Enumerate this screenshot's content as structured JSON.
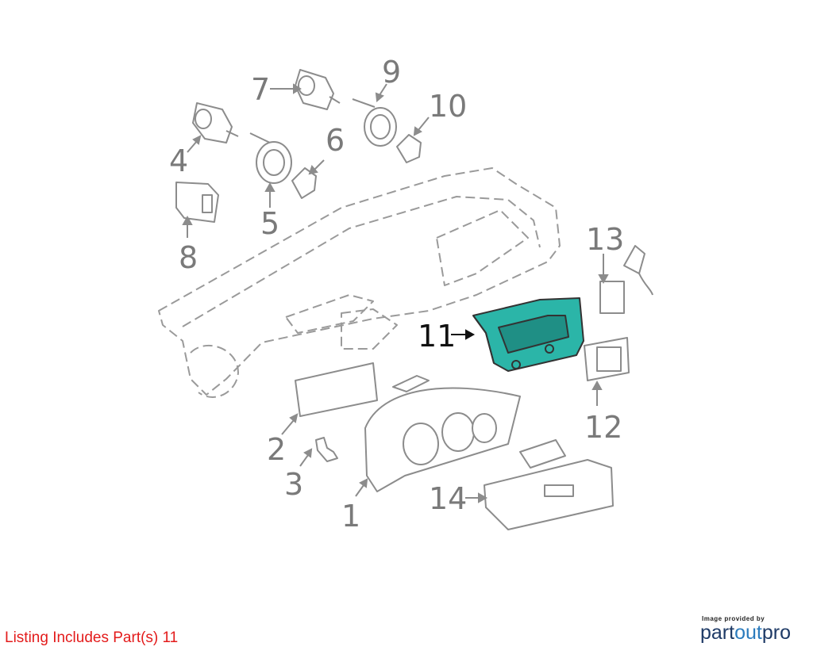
{
  "callouts": [
    {
      "key": "c1",
      "text": "1"
    },
    {
      "key": "c2",
      "text": "2"
    },
    {
      "key": "c3",
      "text": "3"
    },
    {
      "key": "c4",
      "text": "4"
    },
    {
      "key": "c5",
      "text": "5"
    },
    {
      "key": "c6",
      "text": "6"
    },
    {
      "key": "c7",
      "text": "7"
    },
    {
      "key": "c8",
      "text": "8"
    },
    {
      "key": "c9",
      "text": "9"
    },
    {
      "key": "c10",
      "text": "10"
    },
    {
      "key": "c11",
      "text": "11"
    },
    {
      "key": "c12",
      "text": "12"
    },
    {
      "key": "c13",
      "text": "13"
    },
    {
      "key": "c14",
      "text": "14"
    }
  ],
  "highlighted_part": "11",
  "colors": {
    "highlight": "#2bb5a8",
    "line": "#8c8c8c",
    "note": "#e31b1b"
  },
  "listing_note": "Listing Includes Part(s) 11",
  "branding": {
    "provided_by": "Image provided by",
    "logo_part": "part",
    "logo_out": "out",
    "logo_pro": "pro"
  }
}
